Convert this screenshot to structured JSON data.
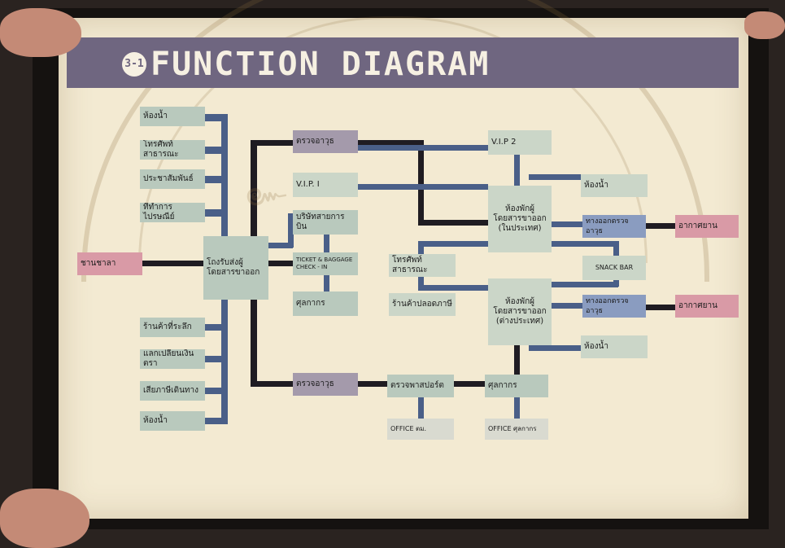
{
  "title": {
    "badge": "3-1",
    "text": "FUNCTION DIAGRAM"
  },
  "nodes": {
    "restroom_left_top": "ห้องน้ำ",
    "public_phone_left": "โทรศัพท์สาธารณะ",
    "public_relations": "ประชาสัมพันธ์",
    "post_office": "ที่ทำการไปรษณีย์",
    "curbside": "ชานชาลา",
    "departure_hall": "โถงรับส่งผู้โดยสารขาออก",
    "souvenir_shop": "ร้านค้าที่ระลึก",
    "currency_exchange": "แลกเปลี่ยนเงินตรา",
    "travel_tax": "เสียภาษีเดินทาง",
    "restroom_left_bottom": "ห้องน้ำ",
    "security_check_top": "ตรวจอาวุธ",
    "vip1": "V.I.P. I",
    "airline_office": "บริษัทสายการบิน",
    "ticket_checkin_1": "TICKET & BAGGAGE",
    "ticket_checkin_2": "CHECK - IN",
    "customs_top": "ศุลกากร",
    "security_check_bottom": "ตรวจอาวุธ",
    "passport_control": "ตรวจพาสปอร์ต",
    "office_immigration_1": "OFFICE",
    "office_immigration_2": "ตม.",
    "customs_bottom": "ศุลกากร",
    "office_customs_1": "OFFICE",
    "office_customs_2": "ศุลกากร",
    "public_phone_mid": "โทรศัพท์สาธารณะ",
    "duty_free": "ร้านค้าปลอดภาษี",
    "vip2": "V.I.P 2",
    "restroom_right_top": "ห้องน้ำ",
    "domestic_lounge": "ห้องพักผู้โดยสารขาออก (ในประเทศ)",
    "snack_bar": "SNACK BAR",
    "intl_lounge": "ห้องพักผู้โดยสารขาออก (ต่างประเทศ)",
    "restroom_right_bottom": "ห้องน้ำ",
    "gate_check_top": "ทางออกตรวจอาวุธ",
    "gate_check_bottom": "ทางออกตรวจอาวุธ",
    "aircraft_top": "อากาศยาน",
    "aircraft_bottom": "อากาศยาน"
  }
}
